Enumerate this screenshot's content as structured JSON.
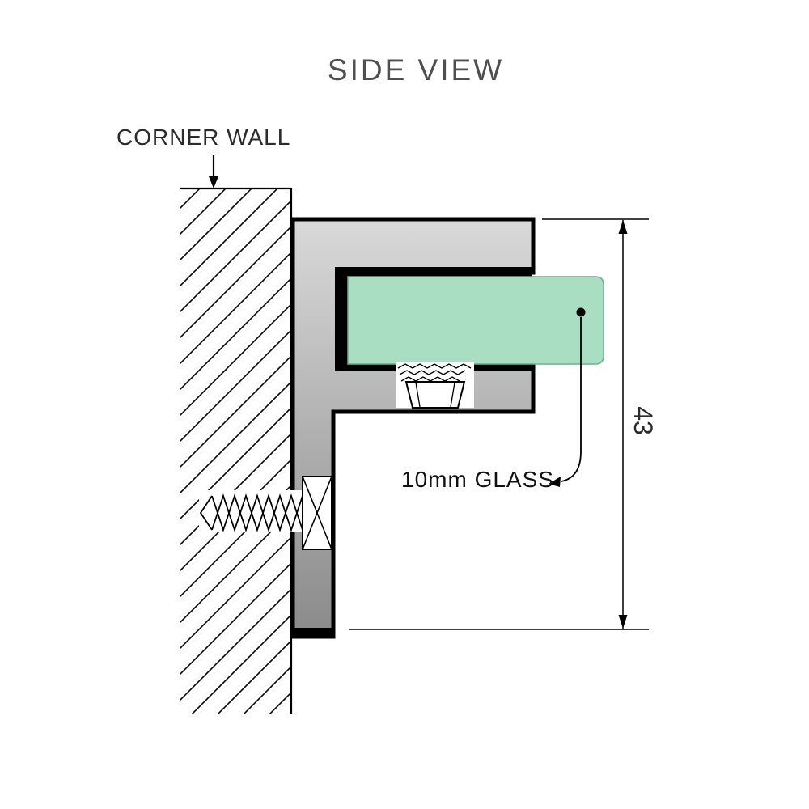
{
  "title": "SIDE VIEW",
  "labels": {
    "corner_wall": "CORNER WALL",
    "glass_callout": "10mm GLASS",
    "dimension_value": "43"
  },
  "colors": {
    "glass_fill": "#a9dec3",
    "glass_stroke": "#6fae8e",
    "bracket_light": "#d9d9d9",
    "bracket_dark": "#8a8a8a",
    "outline": "#000000",
    "title_text": "#4f4f4f",
    "label_text": "#1f1f1f"
  },
  "diagram": {
    "view": "side",
    "dimension": {
      "value": "43"
    }
  }
}
